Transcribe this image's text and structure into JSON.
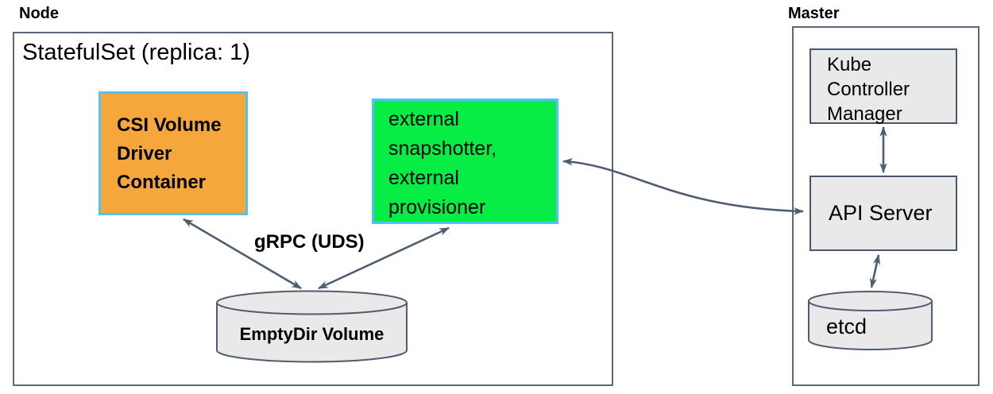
{
  "diagram": {
    "node": {
      "label": "Node",
      "statefulset_title": "StatefulSet (replica: 1)",
      "csi_box": {
        "lines": [
          "CSI Volume",
          "Driver",
          "Container"
        ],
        "fill_color": "#f6a73b",
        "border_color": "#4ec3f5"
      },
      "sidecar_box": {
        "lines": [
          "external",
          "snapshotter,",
          "external",
          "provisioner"
        ],
        "fill_color": "#08ec46",
        "border_color": "#4ec3f5"
      },
      "grpc_label": "gRPC (UDS)",
      "emptydir_label": "EmptyDir Volume"
    },
    "master": {
      "label": "Master",
      "kcm_box": {
        "lines": [
          "Kube",
          "Controller",
          "Manager"
        ]
      },
      "api_server_label": "API Server",
      "etcd_label": "etcd"
    },
    "colors": {
      "arrow": "#4e5d70",
      "boundary_border": "#5b6876",
      "gray_fill": "#e9e9e9",
      "gray_border": "#47586c"
    }
  }
}
